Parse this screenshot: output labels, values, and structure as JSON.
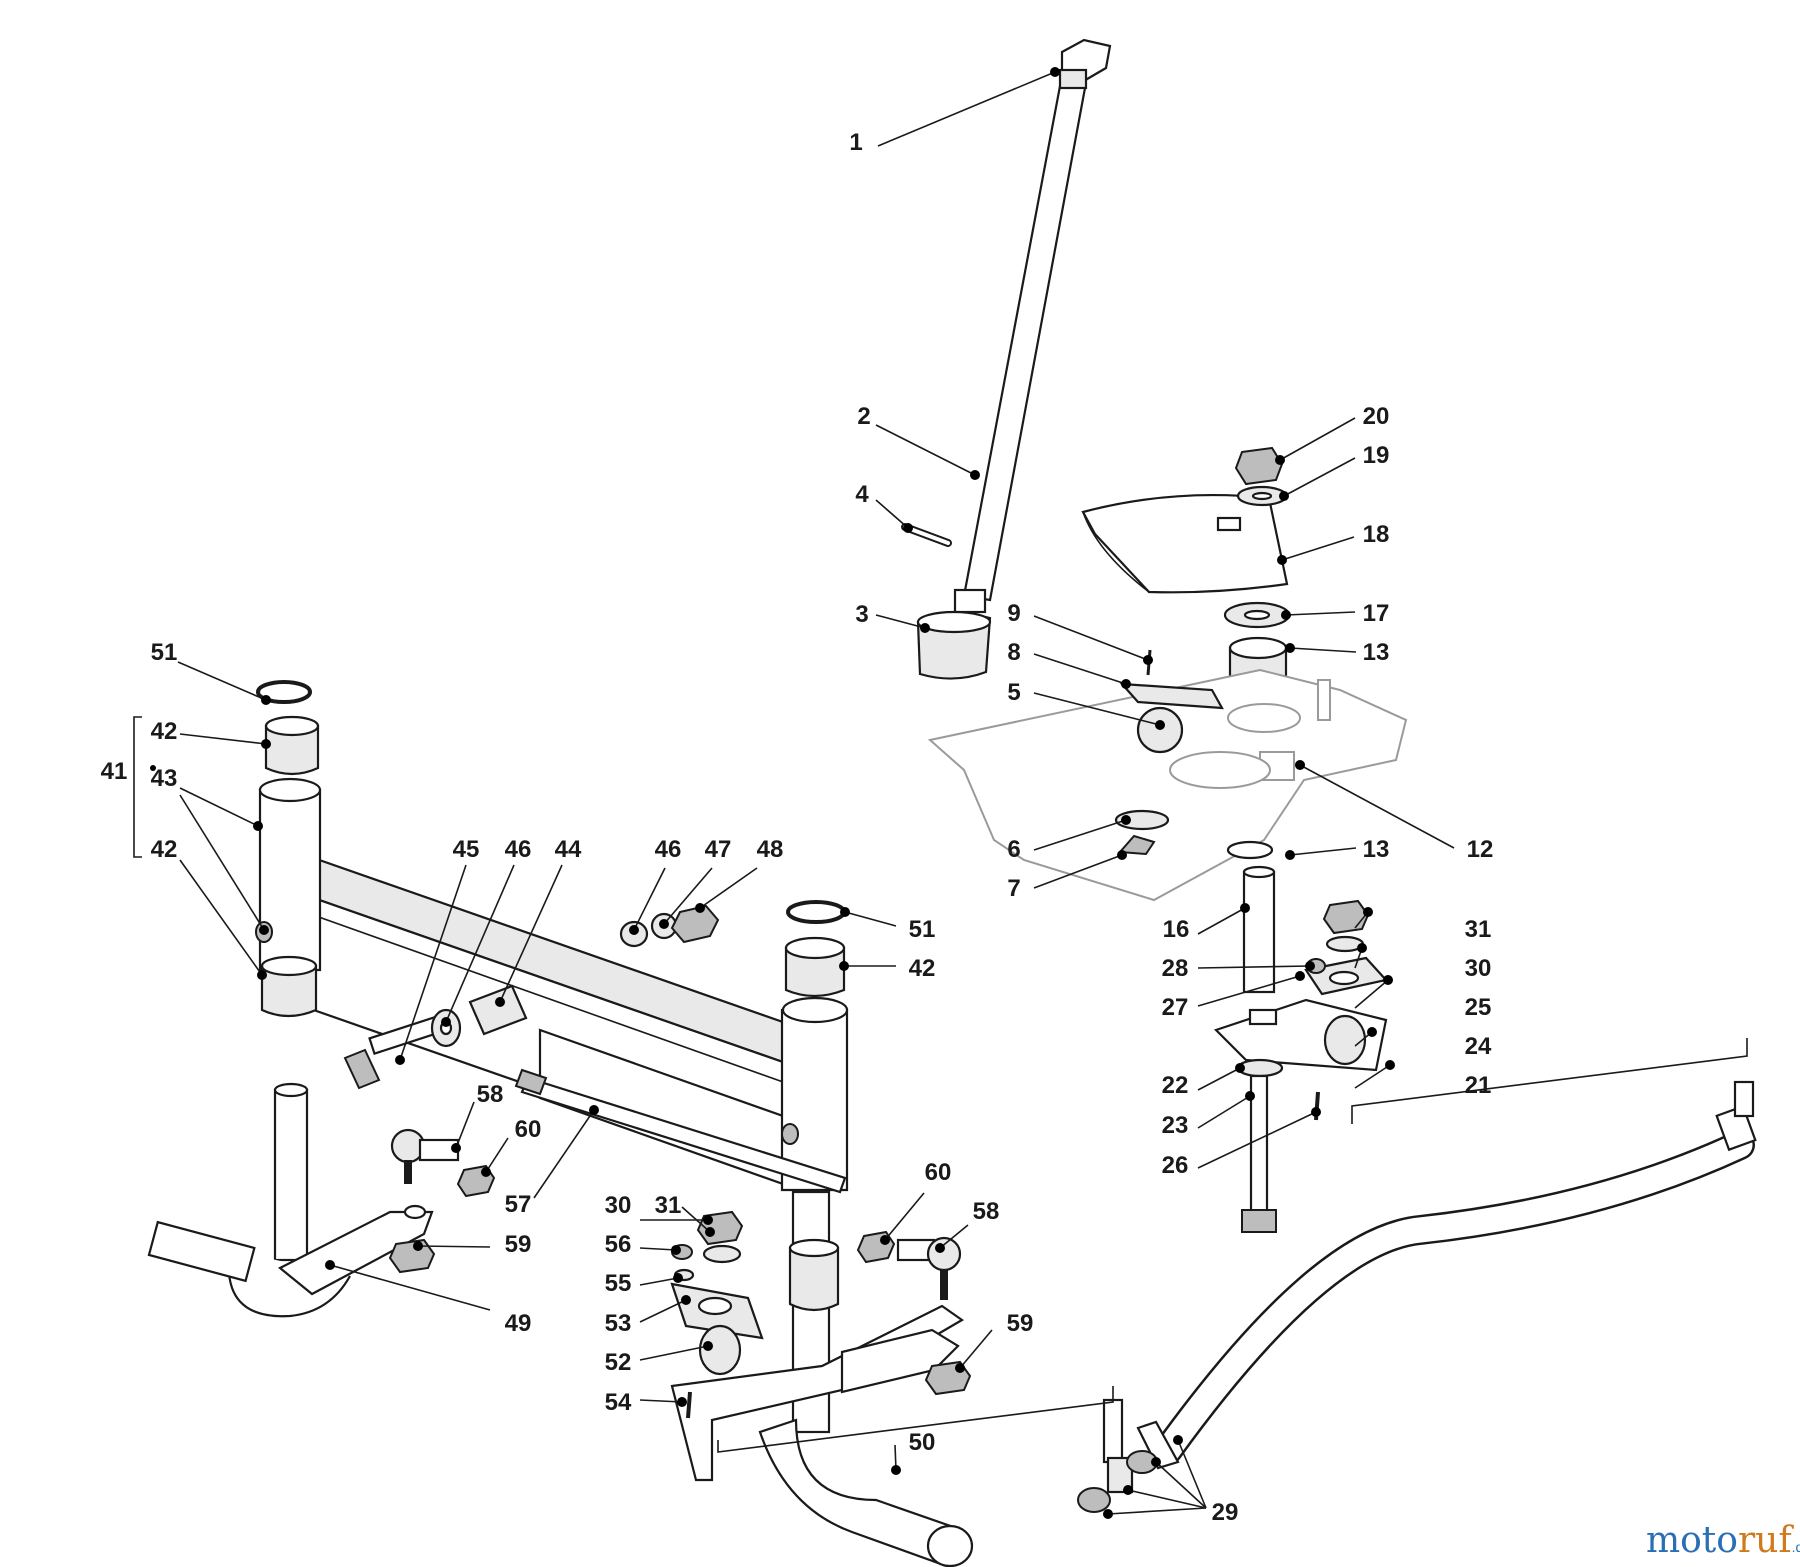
{
  "watermark": {
    "part1": "moto",
    "part2": "ruf",
    "suffix": ".de"
  },
  "callouts": [
    {
      "id": "c1",
      "text": "1"
    },
    {
      "id": "c2",
      "text": "2"
    },
    {
      "id": "c3",
      "text": "3"
    },
    {
      "id": "c4",
      "text": "4"
    },
    {
      "id": "c5",
      "text": "5"
    },
    {
      "id": "c6",
      "text": "6"
    },
    {
      "id": "c7",
      "text": "7"
    },
    {
      "id": "c8",
      "text": "8"
    },
    {
      "id": "c9",
      "text": "9"
    },
    {
      "id": "c12",
      "text": "12"
    },
    {
      "id": "c13a",
      "text": "13"
    },
    {
      "id": "c13b",
      "text": "13"
    },
    {
      "id": "c16",
      "text": "16"
    },
    {
      "id": "c17",
      "text": "17"
    },
    {
      "id": "c18",
      "text": "18"
    },
    {
      "id": "c19",
      "text": "19"
    },
    {
      "id": "c20",
      "text": "20"
    },
    {
      "id": "c21",
      "text": "21"
    },
    {
      "id": "c22",
      "text": "22"
    },
    {
      "id": "c23",
      "text": "23"
    },
    {
      "id": "c24",
      "text": "24"
    },
    {
      "id": "c25",
      "text": "25"
    },
    {
      "id": "c26",
      "text": "26"
    },
    {
      "id": "c27",
      "text": "27"
    },
    {
      "id": "c28",
      "text": "28"
    },
    {
      "id": "c29",
      "text": "29"
    },
    {
      "id": "c30a",
      "text": "30"
    },
    {
      "id": "c31a",
      "text": "31"
    },
    {
      "id": "c30b",
      "text": "30"
    },
    {
      "id": "c31b",
      "text": "31"
    },
    {
      "id": "c41",
      "text": "41"
    },
    {
      "id": "c42a",
      "text": "42"
    },
    {
      "id": "c43",
      "text": "43"
    },
    {
      "id": "c42b",
      "text": "42"
    },
    {
      "id": "c42c",
      "text": "42"
    },
    {
      "id": "c44",
      "text": "44"
    },
    {
      "id": "c45",
      "text": "45"
    },
    {
      "id": "c46a",
      "text": "46"
    },
    {
      "id": "c46b",
      "text": "46"
    },
    {
      "id": "c47",
      "text": "47"
    },
    {
      "id": "c48",
      "text": "48"
    },
    {
      "id": "c49",
      "text": "49"
    },
    {
      "id": "c50",
      "text": "50"
    },
    {
      "id": "c51a",
      "text": "51"
    },
    {
      "id": "c51b",
      "text": "51"
    },
    {
      "id": "c52",
      "text": "52"
    },
    {
      "id": "c53",
      "text": "53"
    },
    {
      "id": "c54",
      "text": "54"
    },
    {
      "id": "c55",
      "text": "55"
    },
    {
      "id": "c56",
      "text": "56"
    },
    {
      "id": "c57",
      "text": "57"
    },
    {
      "id": "c58a",
      "text": "58"
    },
    {
      "id": "c58b",
      "text": "58"
    },
    {
      "id": "c59a",
      "text": "59"
    },
    {
      "id": "c59b",
      "text": "59"
    },
    {
      "id": "c60a",
      "text": "60"
    },
    {
      "id": "c60b",
      "text": "60"
    }
  ]
}
